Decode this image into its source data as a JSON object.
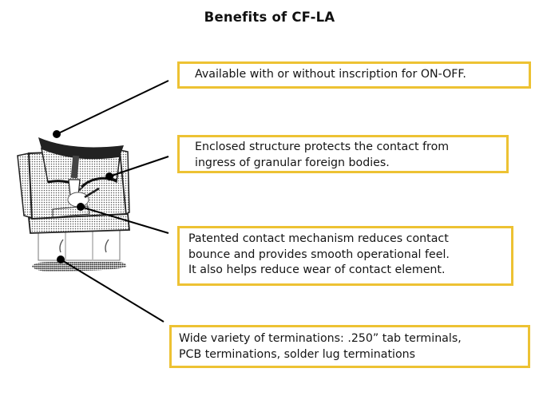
{
  "title": "Benefits of CF-LA",
  "callouts": [
    {
      "lines": [
        "Available with or without inscription for ON-OFF."
      ],
      "target": "rocker-actuator"
    },
    {
      "lines": [
        "Enclosed structure protects the contact from",
        "ingress of granular foreign bodies."
      ],
      "target": "housing"
    },
    {
      "lines": [
        "Patented contact mechanism reduces contact",
        "bounce and provides smooth operational feel.",
        "It also helps reduce wear of contact element."
      ],
      "target": "contact-mechanism"
    },
    {
      "lines": [
        "Wide variety of terminations: .250” tab terminals,",
        "PCB terminations, solder lug terminations"
      ],
      "target": "terminals"
    }
  ],
  "colors": {
    "box_border": "#EDC233",
    "leader": "#000000",
    "text": "#141414"
  },
  "illustration": "rocker-switch-cutaway"
}
